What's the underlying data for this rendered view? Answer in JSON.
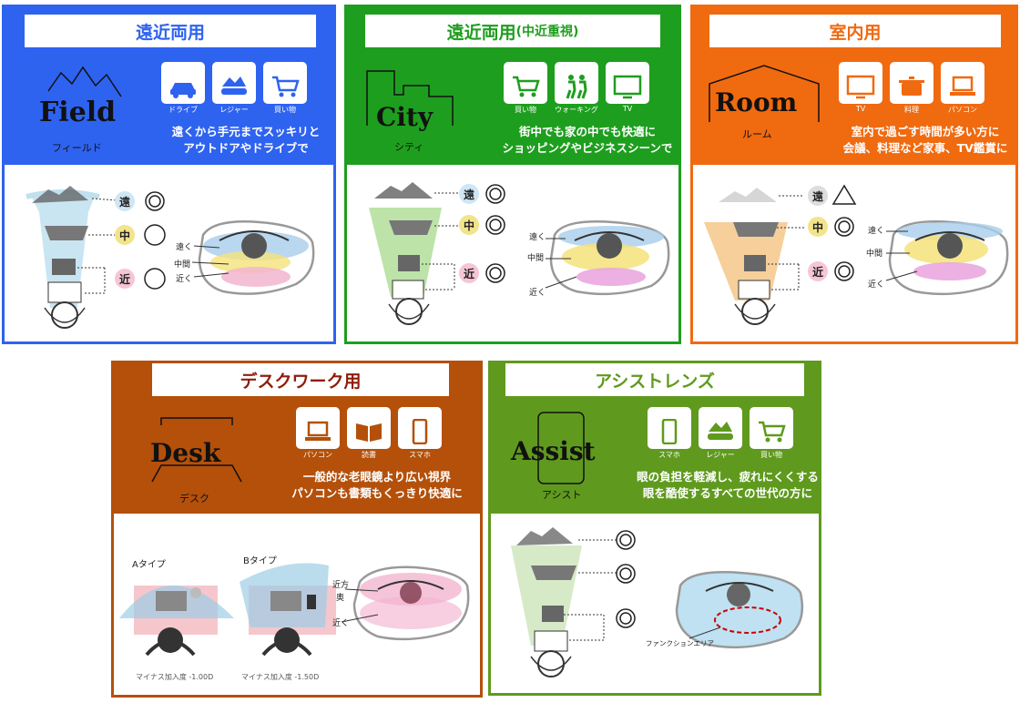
{
  "panels": {
    "field": {
      "title": "遠近両用",
      "logo": "Field",
      "logo_sub": "フィールド",
      "icons": [
        "ドライブ",
        "レジャー",
        "買い物"
      ],
      "desc": [
        "遠くから手元までスッキリと",
        "アウトドアやドライブで"
      ],
      "distances": [
        "遠",
        "中",
        "近"
      ],
      "eye_labels": [
        "遠く",
        "中間",
        "近く"
      ],
      "color": "#2e63f0"
    },
    "city": {
      "title": "遠近両用",
      "title_sub": "(中近重視)",
      "logo": "City",
      "logo_sub": "シティ",
      "icons": [
        "買い物",
        "ウォーキング",
        "TV"
      ],
      "desc": [
        "街中でも家の中でも快適に",
        "ショッピングやビジネスシーンで"
      ],
      "distances": [
        "遠",
        "中",
        "近"
      ],
      "eye_labels": [
        "遠く",
        "中間",
        "近く"
      ],
      "color": "#1e9e1e"
    },
    "room": {
      "title": "室内用",
      "logo": "Room",
      "logo_sub": "ルーム",
      "icons": [
        "TV",
        "料理",
        "パソコン"
      ],
      "desc": [
        "室内で過ごす時間が多い方に",
        "会議、料理など家事、TV鑑賞に"
      ],
      "distances": [
        "遠",
        "中",
        "近"
      ],
      "eye_labels": [
        "遠く",
        "中間",
        "近く"
      ],
      "color": "#f06a10"
    },
    "desk": {
      "title": "デスクワーク用",
      "logo": "Desk",
      "logo_sub": "デスク",
      "icons": [
        "パソコン",
        "読書",
        "スマホ"
      ],
      "desc": [
        "一般的な老眼鏡より広い視界",
        "パソコンも書類もくっきり快適に"
      ],
      "type_a": "Aタイプ",
      "type_b": "Bタイプ",
      "minus_a": "マイナス加入度 -1.00D",
      "minus_b": "マイナス加入度 -1.50D",
      "eye_labels": [
        "近方",
        "奥",
        "近く"
      ],
      "color": "#b4500a"
    },
    "assist": {
      "title": "アシストレンズ",
      "logo": "Assist",
      "logo_sub": "アシスト",
      "icons": [
        "スマホ",
        "レジャー",
        "買い物"
      ],
      "desc": [
        "眼の負担を軽減し、疲れにくくする",
        "眼を酷使するすべての世代の方に"
      ],
      "function_area": "ファンクションエリア",
      "color": "#5f9a1e"
    }
  }
}
